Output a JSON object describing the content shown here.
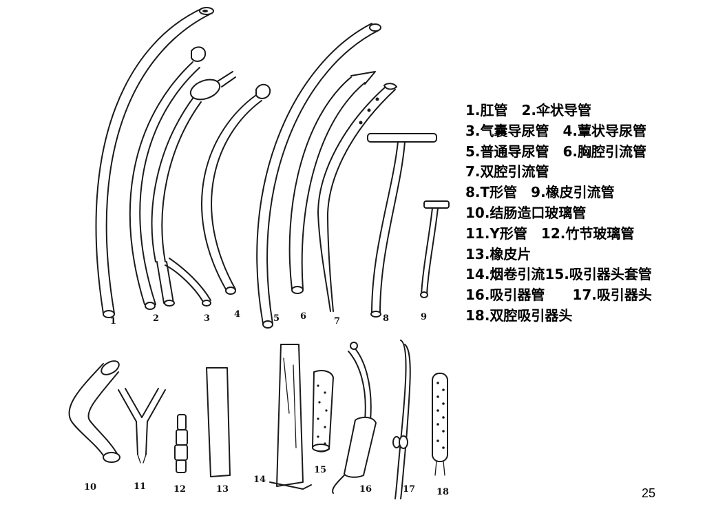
{
  "legend": {
    "lines": [
      "1.肛管　2.伞状导管",
      "3.气囊导尿管　4.蕈状导尿管",
      "5.普通导尿管　6.胸腔引流管",
      "7.双腔引流管",
      "8.T形管　9.橡皮引流管",
      "10.结肠造口玻璃管",
      "11.Y形管　12.竹节玻璃管",
      "13.橡皮片",
      "14.烟卷引流15.吸引器头套管",
      "16.吸引器管　　17.吸引器头",
      "18.双腔吸引器头"
    ]
  },
  "figure_labels": [
    "1",
    "2",
    "3",
    "4",
    "5",
    "6",
    "7",
    "8",
    "9",
    "10",
    "11",
    "12",
    "13",
    "14",
    "15",
    "16",
    "17",
    "18"
  ],
  "page_number": "25"
}
